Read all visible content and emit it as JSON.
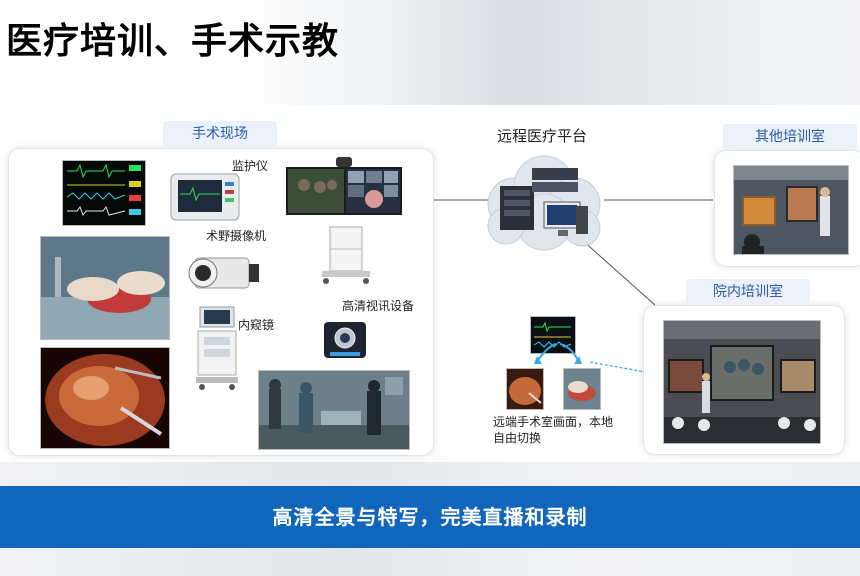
{
  "page": {
    "title": "医疗培训、手术示教",
    "banner": "高清全景与特写，完美直播和录制"
  },
  "surgery_site": {
    "tag": "手术现场",
    "labels": {
      "monitor": "监护仪",
      "field_camera": "术野摄像机",
      "endoscope": "内窥镜",
      "hd_video_device": "高清视讯设备"
    }
  },
  "platform": {
    "label": "远程医疗平台"
  },
  "other_training": {
    "tag": "其他培训室"
  },
  "inhouse_training": {
    "tag": "院内培训室"
  },
  "remote_switch": {
    "caption_line1": "远端手术室画面，本地",
    "caption_line2": "自由切换"
  },
  "colors": {
    "accent_blue": "#1166bb",
    "tag_text": "#2b5aa6",
    "tag_bg": "#eaf1fb"
  }
}
